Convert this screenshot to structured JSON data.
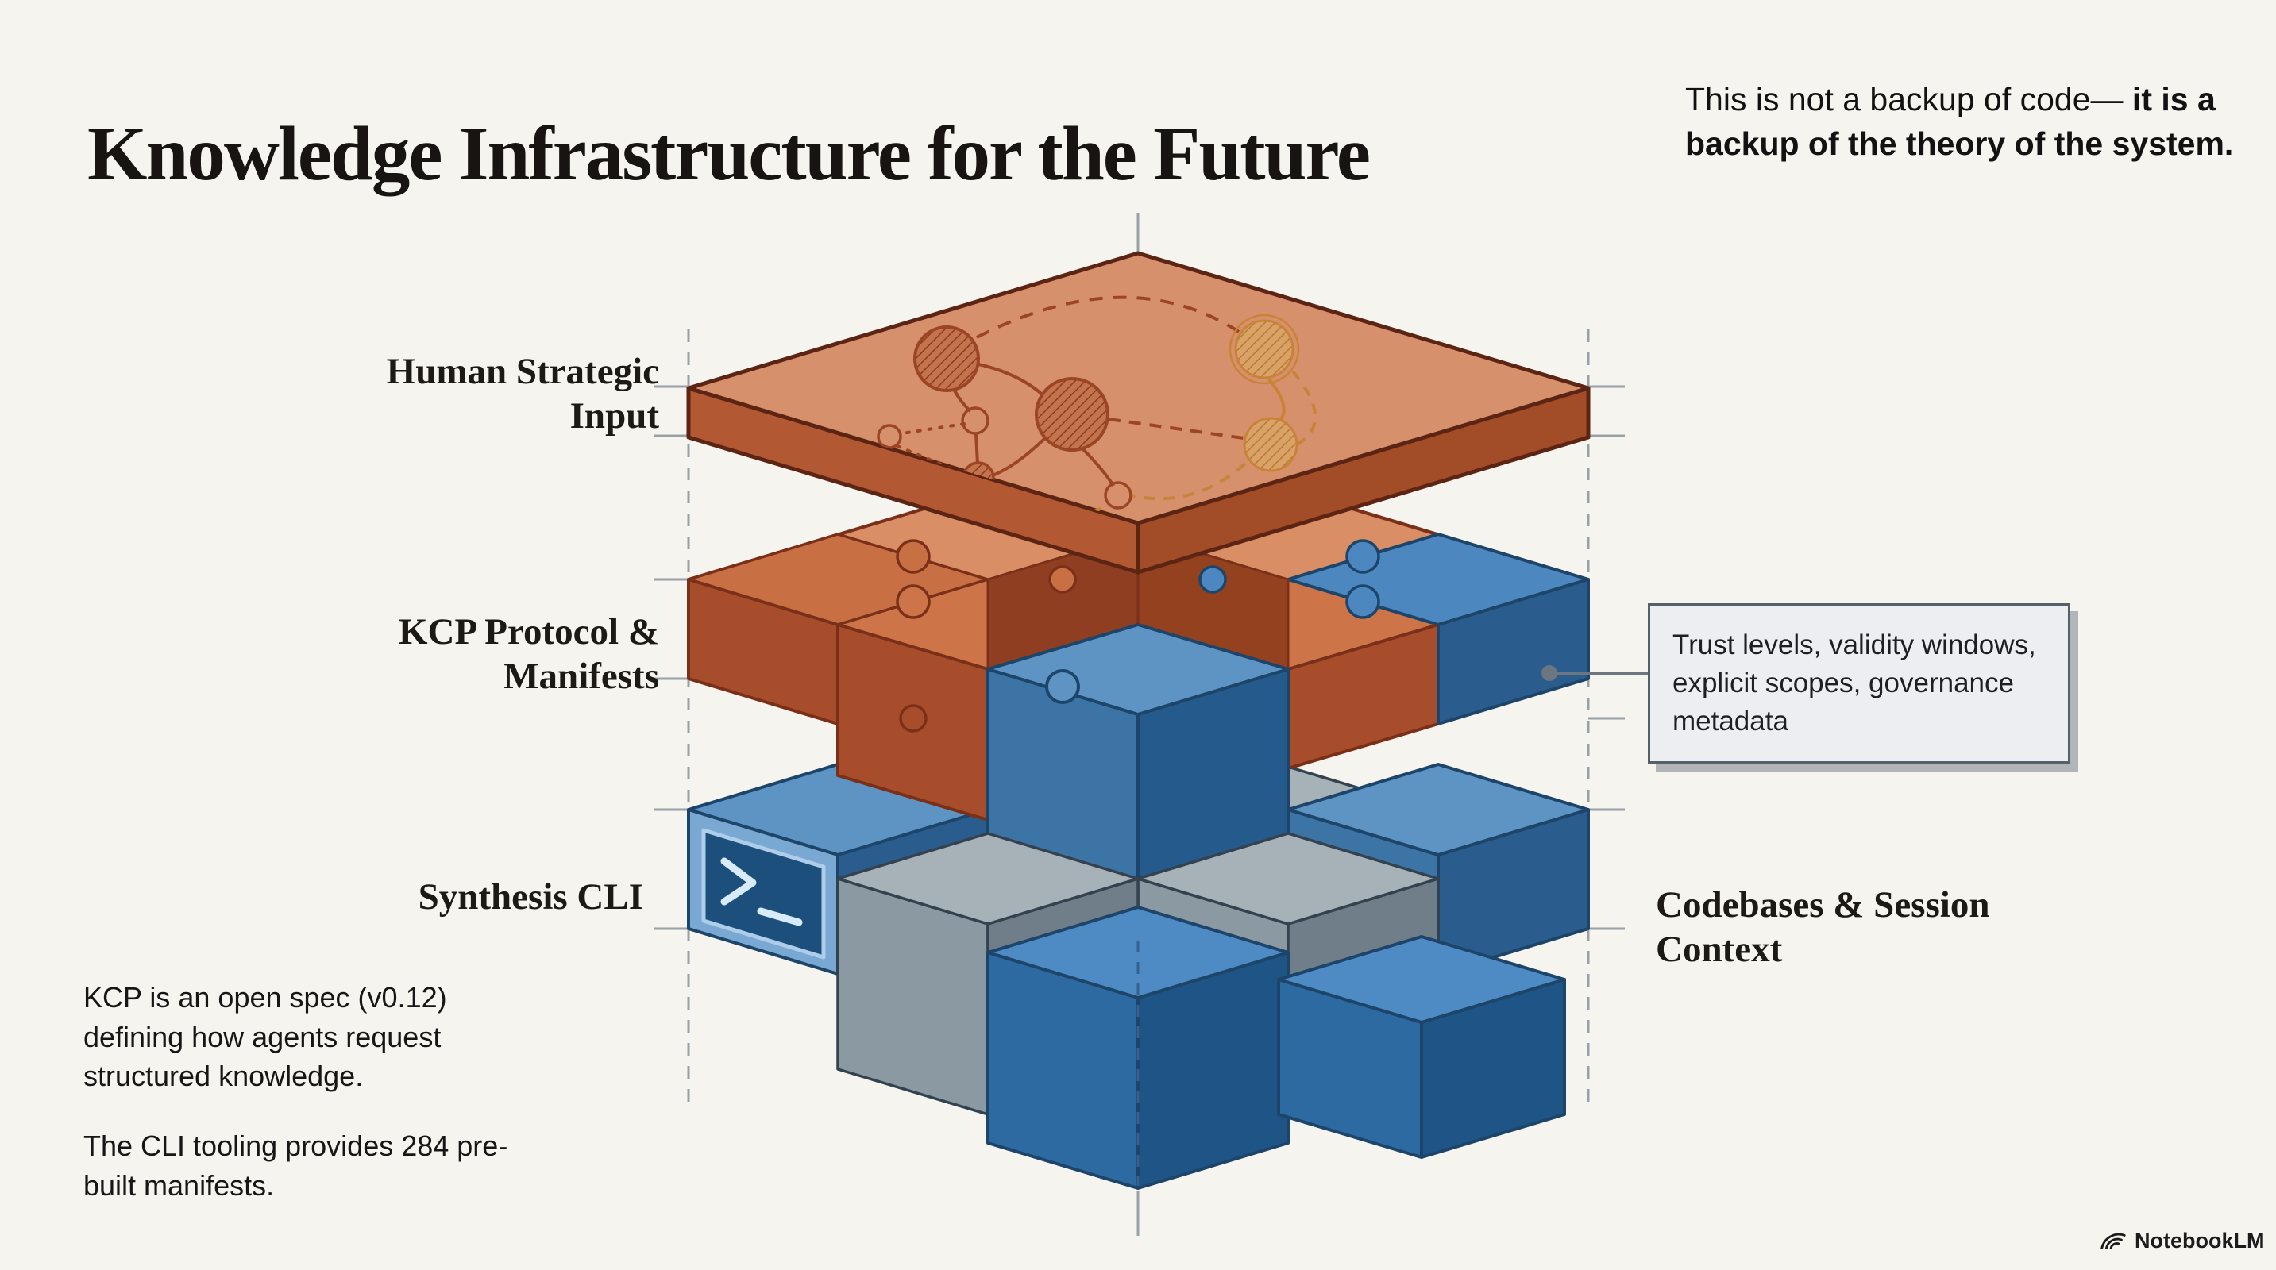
{
  "title": "Knowledge Infrastructure for the Future",
  "thesis": {
    "normal": "This is not a backup of code— ",
    "bold": "it is a backup of the theory of the system."
  },
  "labels": {
    "layer_top": "Human Strategic Input",
    "layer_middle": "KCP Protocol & Manifests",
    "layer_bottom": "Synthesis CLI",
    "right_side": "Codebases & Session Context"
  },
  "callout": {
    "text": "Trust levels, validity windows, explicit scopes, governance metadata"
  },
  "notes": {
    "para1": "KCP is an open spec (v0.12) defining how agents request structured knowledge.",
    "para2": "The CLI tooling provides 284 pre-built manifests."
  },
  "watermark": "NotebookLM",
  "icons": {
    "terminal": "terminal-prompt-icon (>_ glyph on cube face)",
    "network_sketch": "network-sketch-icon (hand-drawn node graph on top slab)",
    "logo": "notebooklm-logo-icon (nested arcs)"
  },
  "colors": {
    "background": "#f6f4ee",
    "slab_top": "#d6906c",
    "slab_side": "#b25832",
    "orange_piece": "#c96f44",
    "orange_light": "#d98e66",
    "orange_dark_side": "#a84d2b",
    "blue_top": "#4d87c0",
    "blue_side": "#2a5c8e",
    "gray_top": "#a7b1b8",
    "gray_side": "#8b99a2",
    "guide_gray": "#97a0a6",
    "callout_border": "#566068"
  }
}
